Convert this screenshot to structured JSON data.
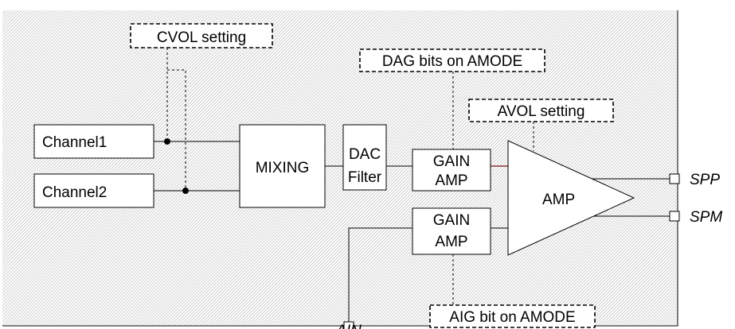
{
  "blocks": {
    "channel1": "Channel1",
    "channel2": "Channel2",
    "mixing": "MIXING",
    "dac_line1": "DAC",
    "dac_line2": "Filter",
    "gain_amp_top_line1": "GAIN",
    "gain_amp_top_line2": "AMP",
    "gain_amp_bottom_line1": "GAIN",
    "gain_amp_bottom_line2": "AMP",
    "amp": "AMP"
  },
  "settings": {
    "cvol": "CVOL setting",
    "dag": "DAG bits on AMODE",
    "avol": "AVOL setting",
    "aig": "AIG bit on AMODE"
  },
  "pins": {
    "spp": "SPP",
    "spm": "SPM",
    "ain": "AIN"
  },
  "colors": {
    "hatch": "#c8c8c8",
    "line": "#000000",
    "amp_wire": "#7a1010"
  }
}
